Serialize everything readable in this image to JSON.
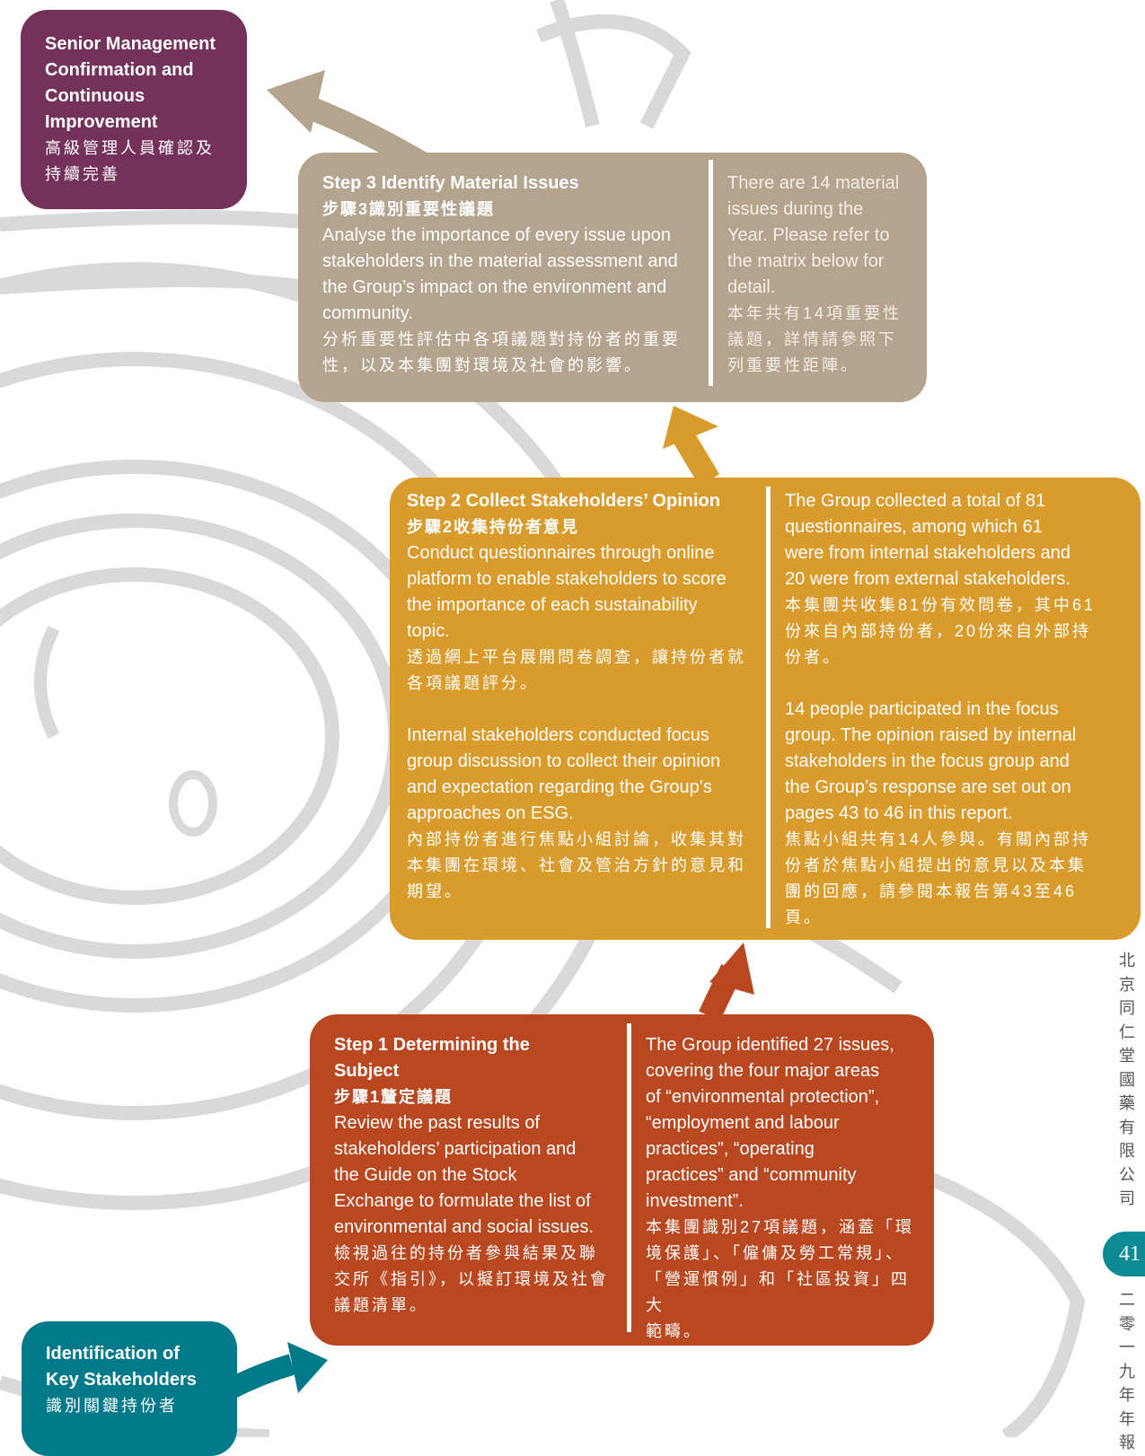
{
  "colors": {
    "senior": "#74315a",
    "step3": "#b4a38d",
    "step2": "#d99b2b",
    "step1": "#b9471f",
    "identification": "#007a8a",
    "page_badge": "#0c8b95"
  },
  "senior_box": {
    "lines_en": [
      "Senior Management",
      "Confirmation and",
      "Continuous",
      "Improvement"
    ],
    "lines_zh": [
      "高級管理人員確認及",
      "持續完善"
    ]
  },
  "step3": {
    "title_en": "Step 3 Identify Material Issues",
    "title_zh": "步驟3識別重要性議題",
    "body_en": [
      "Analyse the importance of every issue upon",
      "stakeholders in the material assessment and",
      "the Group’s impact on the environment and",
      "community."
    ],
    "body_zh": [
      "分析重要性評估中各項議題對持份者的重要",
      "性，以及本集團對環境及社會的影響。"
    ],
    "right_en": [
      "There are 14 material",
      "issues during the",
      "Year. Please refer to",
      "the matrix below for",
      "detail."
    ],
    "right_zh": [
      "本年共有14項重要性",
      "議題，詳情請參照下",
      "列重要性距陣。"
    ]
  },
  "step2": {
    "title_en": "Step 2 Collect Stakeholders’ Opinion",
    "title_zh": "步驟2收集持份者意見",
    "body1_en": [
      "Conduct questionnaires through online",
      "platform to enable stakeholders to score",
      "the importance of each sustainability",
      "topic."
    ],
    "body1_zh": [
      "透過網上平台展開問卷調查，讓持份者就",
      "各項議題評分。"
    ],
    "body2_en": [
      "Internal stakeholders conducted focus",
      "group discussion to collect their opinion",
      "and expectation regarding the Group’s",
      "approaches on ESG."
    ],
    "body2_zh": [
      "內部持份者進行焦點小組討論，收集其對",
      "本集團在環境、社會及管治方針的意見和",
      "期望。"
    ],
    "right1_en": [
      "The Group collected a total of 81",
      "questionnaires, among which 61",
      "were from internal stakeholders and",
      "20 were from external stakeholders."
    ],
    "right1_zh": [
      "本集團共收集81份有效問卷，其中61",
      "份來自內部持份者，20份來自外部持",
      "份者。"
    ],
    "right2_en": [
      "14 people participated in the focus",
      "group. The opinion raised by internal",
      "stakeholders in the focus group and",
      "the Group’s response are set out on",
      "pages 43 to 46 in this report."
    ],
    "right2_zh": [
      "焦點小組共有14人參與。有關內部持",
      "份者於焦點小組提出的意見以及本集",
      "團的回應，請參閱本報告第43至46",
      "頁。"
    ]
  },
  "step1": {
    "title_en": [
      "Step 1 Determining the",
      "Subject"
    ],
    "title_zh": "步驟1釐定議題",
    "body_en": [
      "Review the past results of",
      "stakeholders’ participation and",
      "the Guide on the Stock",
      "Exchange to formulate the list of",
      "environmental and social issues."
    ],
    "body_zh": [
      "檢視過往的持份者參與結果及聯",
      "交所《指引》，以擬訂環境及社會",
      "議題清單。"
    ],
    "right_en": [
      "The Group identified 27 issues,",
      "covering the four major areas",
      "of “environmental protection”,",
      "“employment and labour",
      "practices”, “operating",
      "practices” and “community",
      "investment”."
    ],
    "right_zh": [
      "本集團識別27項議題，涵蓋「環",
      "境保護」、「僱傭及勞工常規」、",
      "「營運慣例」和「社區投資」四大",
      "範疇。"
    ]
  },
  "identification_box": {
    "lines_en": [
      "Identification of",
      "Key Stakeholders"
    ],
    "line_zh": "識別關鍵持份者"
  },
  "side": {
    "company_vertical": [
      "北",
      "京",
      "同",
      "仁",
      "堂",
      "國",
      "藥",
      "有",
      "限",
      "公",
      "司"
    ],
    "page_number": "41",
    "report_vertical": [
      "二",
      "零",
      "一",
      "九",
      "年",
      "年",
      "報"
    ]
  }
}
